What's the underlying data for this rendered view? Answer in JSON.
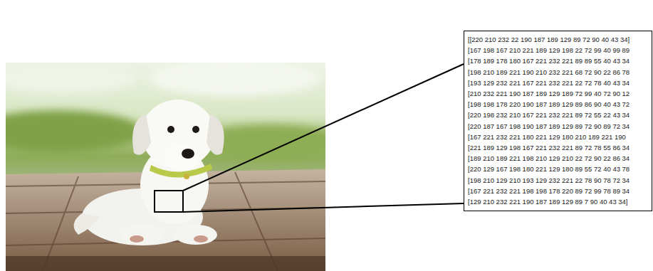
{
  "diagram": {
    "nodes": [
      {
        "text": [
          "[[220 210 232 22 190 187 189 129 89 72 90 40 43 34]",
          "[167 198 167 210 221 189 129 198 22 72 99 40 99 89",
          "[178 189 178 180 167 221 232 221 89 89 55 40 43 34",
          "[198 210 189 221 190 210 232 221 68 72 90 22 86 78",
          "[193 129 232 221 167 221 232 221 22 72 78 40 43 34",
          "[210 232 221 190 187 189 129 189 72 99 40 72 90 12",
          "[198 198 178 220 190 187 189 129 89 86 90 40 43 72",
          "[220 198 232 210 167 221 232 221 89 72 55 22 43 34",
          "[220 187 167 198 190 187 189 129 89 72 90 89 72 34",
          "[167 221 232 221 180 221 129 180 210 189 221 190",
          "[221 189 129 198 167 221 232 221 89 72 78 55 86 34",
          "[189 210 189 221 198 210 129 210 22 72 90 22 86 34",
          "[220 129 167 198 180 221 129 180 89 55 72 40 43 78",
          "[198 210 129 210 193 129 232 221 22 78 90 78 72 34",
          "[167 221 232 221 198 198 178 220 89 72 99 78 89 34",
          "[129 210 232 221 190 187 189 129 89 7 90 40 43 34]"
        ]
      }
    ]
  }
}
